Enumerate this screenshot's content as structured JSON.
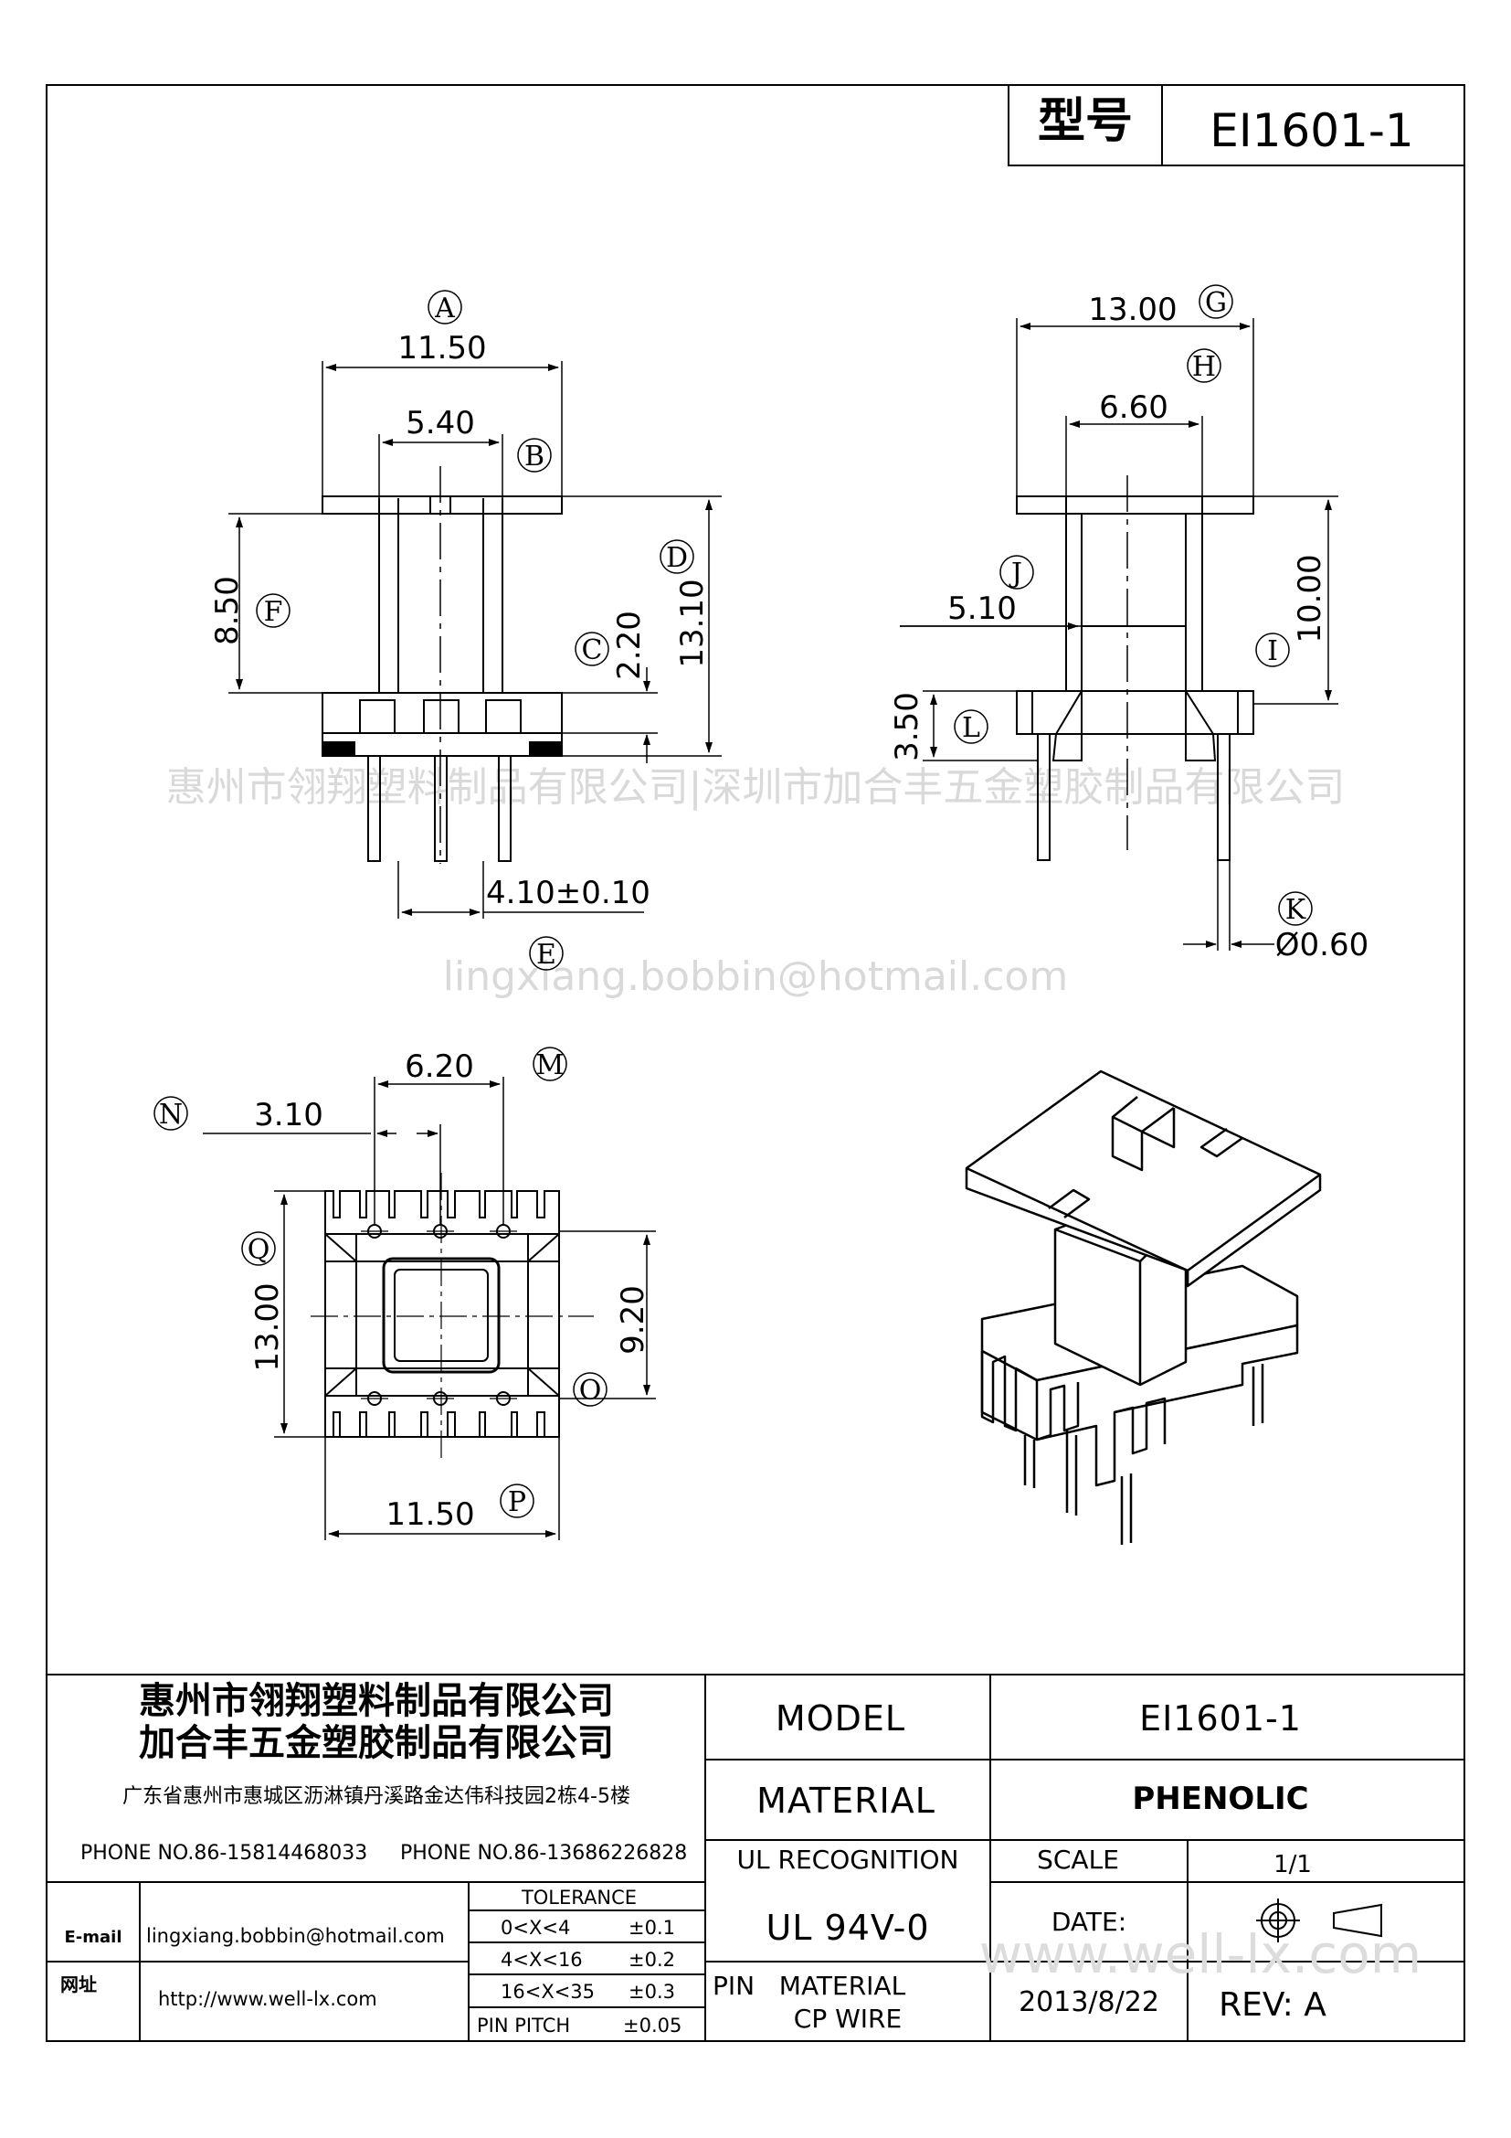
{
  "header": {
    "model_label": "型号",
    "model_value": "EI1601-1"
  },
  "watermarks": {
    "company": "惠州市翎翔塑料制品有限公司|深圳市加合丰五金塑胶制品有限公司",
    "email": "lingxiang.bobbin@hotmail.com",
    "web": "www.well-lx.com"
  },
  "front_view": {
    "A": {
      "tag": "A",
      "value": "11.50"
    },
    "B": {
      "tag": "B",
      "value": "5.40"
    },
    "C": {
      "tag": "C",
      "value": "2.20"
    },
    "D": {
      "tag": "D",
      "value": "13.10"
    },
    "E": {
      "tag": "E",
      "value": "4.10±0.10"
    },
    "F": {
      "tag": "F",
      "value": "8.50"
    }
  },
  "side_view": {
    "G": {
      "tag": "G",
      "value": "13.00"
    },
    "H": {
      "tag": "H",
      "value": "6.60"
    },
    "I": {
      "tag": "I",
      "value": "10.00"
    },
    "J": {
      "tag": "J",
      "value": "5.10"
    },
    "K": {
      "tag": "K",
      "value": "Ø0.60"
    },
    "L": {
      "tag": "L",
      "value": "3.50"
    }
  },
  "bottom_view": {
    "M": {
      "tag": "M",
      "value": "6.20"
    },
    "N": {
      "tag": "N",
      "value": "3.10"
    },
    "O": {
      "tag": "O",
      "value": "9.20"
    },
    "P": {
      "tag": "P",
      "value": "11.50"
    },
    "Q": {
      "tag": "Q",
      "value": "13.00"
    }
  },
  "title_block": {
    "company_1": "惠州市翎翔塑料制品有限公司",
    "company_2": "加合丰五金塑胶制品有限公司",
    "address": "广东省惠州市惠城区沥淋镇丹溪路金达伟科技园2栋4-5楼",
    "phone_1": "PHONE NO.86-15814468033",
    "phone_2": "PHONE NO.86-13686226828",
    "email_label": "E-mail",
    "email_value": "lingxiang.bobbin@hotmail.com",
    "web_label": "网址",
    "web_value": "http://www.well-lx.com",
    "tolerance_header": "TOLERANCE",
    "tolerances": [
      {
        "range": "0<X<4",
        "value": "±0.1"
      },
      {
        "range": "4<X<16",
        "value": "±0.2"
      },
      {
        "range": "16<X<35",
        "value": "±0.3"
      },
      {
        "range": "PIN PITCH",
        "value": "±0.05"
      }
    ],
    "model_label": "MODEL",
    "model_value": "EI1601-1",
    "material_label": "MATERIAL",
    "material_value": "PHENOLIC",
    "ul_label": "UL RECOGNITION",
    "ul_value": "UL 94V-0",
    "scale_label": "SCALE",
    "scale_value": "1/1",
    "pin_material_label_1": "PIN   MATERIAL",
    "pin_material_label_2": "CP WIRE",
    "date_label": "DATE:",
    "date_value": "2013/8/22",
    "rev": "REV: A"
  }
}
